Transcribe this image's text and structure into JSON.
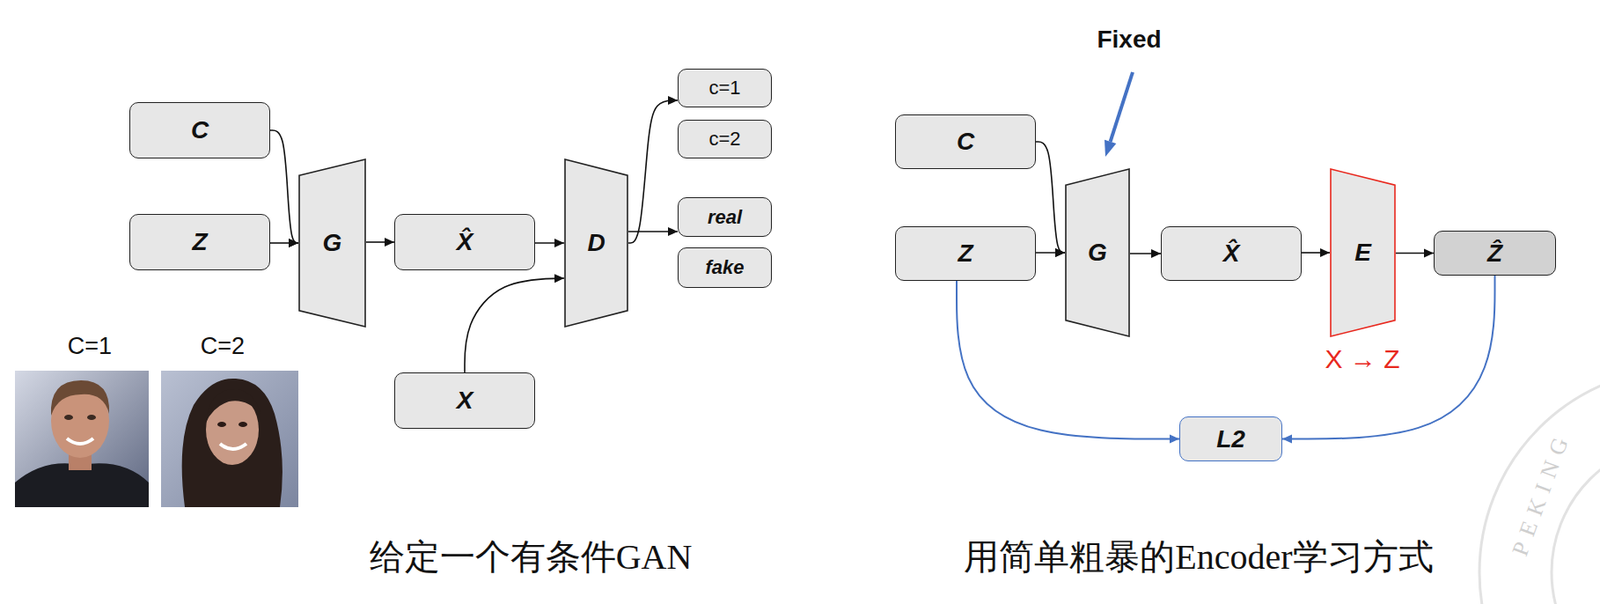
{
  "diagram": {
    "nodes": [
      {
        "text": [
          "C"
        ]
      },
      {
        "text": [
          "Z"
        ]
      },
      {
        "text": [
          "G"
        ]
      },
      {
        "text": [
          "X̂"
        ]
      },
      {
        "text": [
          "D"
        ]
      },
      {
        "text": [
          "X"
        ]
      },
      {
        "text": [
          "c=1"
        ]
      },
      {
        "text": [
          "c=2"
        ]
      },
      {
        "text": [
          "real"
        ]
      },
      {
        "text": [
          "fake"
        ]
      },
      {
        "text": [
          "C"
        ]
      },
      {
        "text": [
          "Z"
        ]
      },
      {
        "text": [
          "G"
        ]
      },
      {
        "text": [
          "X̂"
        ]
      },
      {
        "text": [
          "E"
        ]
      },
      {
        "text": [
          "Ẑ"
        ]
      },
      {
        "text": [
          "L2"
        ]
      }
    ],
    "edges": [
      {
        "from": 0,
        "to": 2,
        "arrow": "to"
      },
      {
        "from": 1,
        "to": 2,
        "arrow": "to"
      },
      {
        "from": 2,
        "to": 3,
        "arrow": "to"
      },
      {
        "from": 3,
        "to": 4,
        "arrow": "to"
      },
      {
        "from": 5,
        "to": 4,
        "arrow": "to"
      },
      {
        "from": 4,
        "to": 6,
        "arrow": "to"
      },
      {
        "from": 4,
        "to": 8,
        "arrow": "to"
      },
      {
        "from": 10,
        "to": 12,
        "arrow": "to"
      },
      {
        "from": 11,
        "to": 12,
        "arrow": "to"
      },
      {
        "from": 12,
        "to": 13,
        "arrow": "to"
      },
      {
        "from": 13,
        "to": 14,
        "arrow": "to"
      },
      {
        "from": 14,
        "to": 15,
        "arrow": "to"
      },
      {
        "from": 11,
        "to": 16,
        "arrow": "to"
      },
      {
        "from": 15,
        "to": 16,
        "arrow": "to"
      }
    ],
    "labels": [
      "C=1",
      "C=2",
      "给定一个有条件GAN",
      "Fixed",
      "X → Z",
      "用简单粗暴的Encoder学习方式",
      "PEKING"
    ]
  }
}
